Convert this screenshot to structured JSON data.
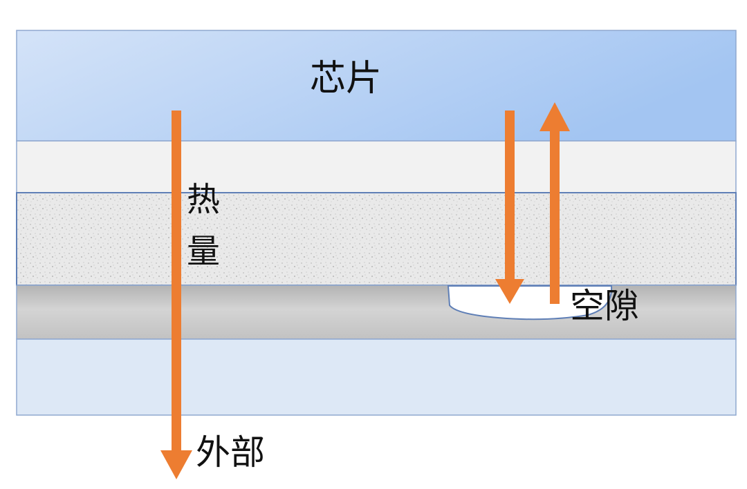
{
  "labels": {
    "chip": "芯片",
    "heat": "热",
    "heat_2": "量",
    "void": "空隙",
    "outside": "外部"
  },
  "colors": {
    "chip_top": "#a8c8f0",
    "chip_bottom": "#d6e6f8",
    "thin_layer": "#f2f2f2",
    "tim_layer": "#e6e6e6",
    "lid_layer": "#c9c9c9",
    "base_layer": "#dde8f6",
    "border": "#7f9bc6",
    "void": "#ffffff",
    "arrow": "#ed7d31"
  }
}
